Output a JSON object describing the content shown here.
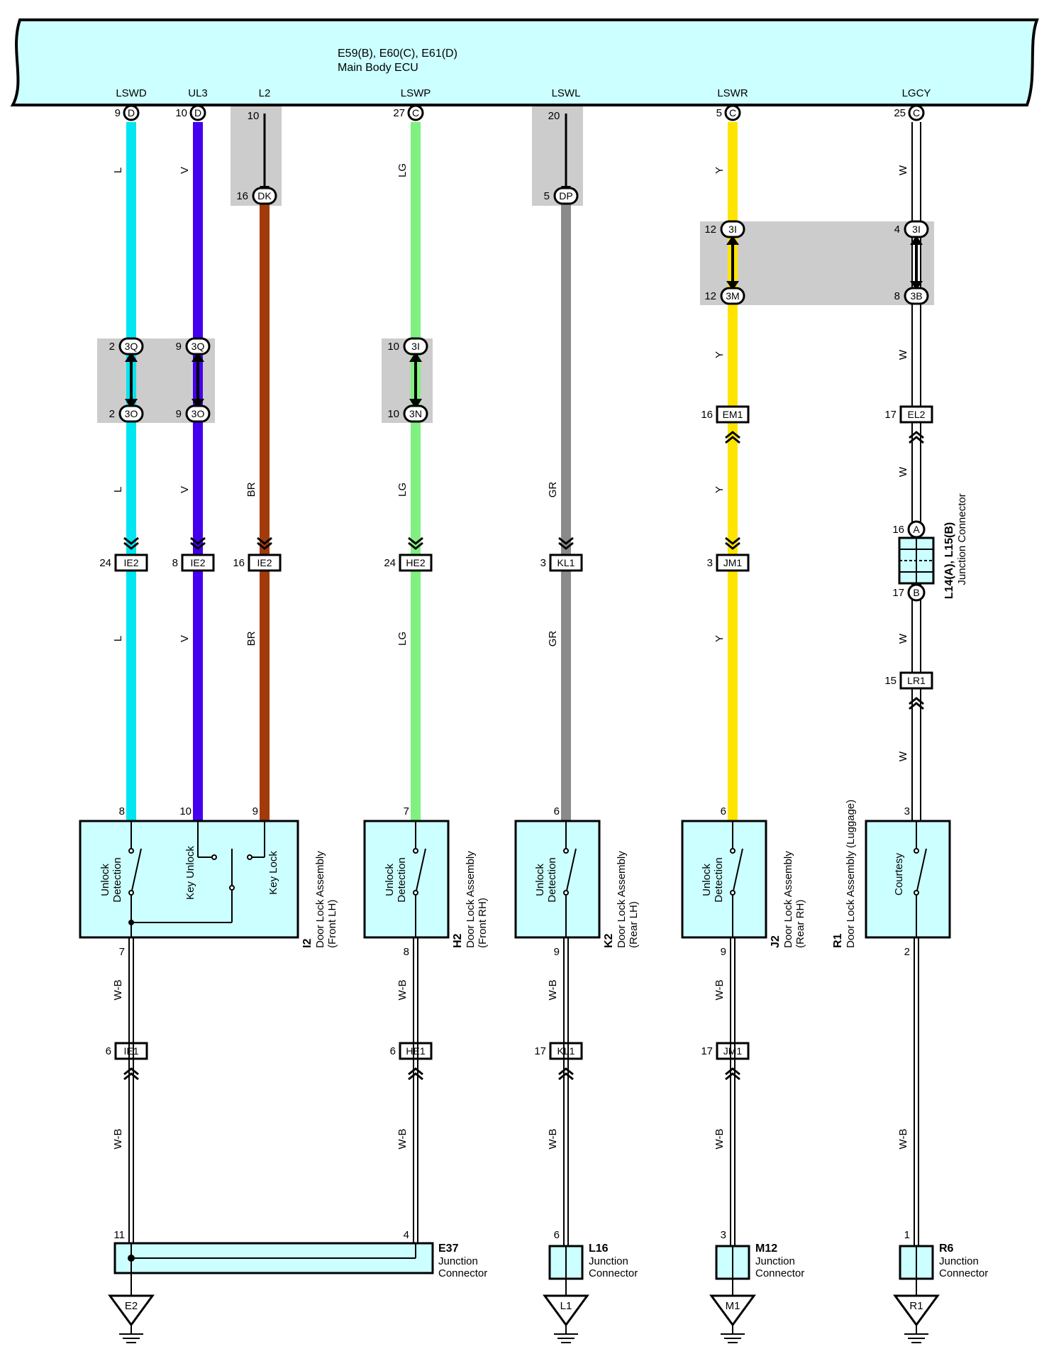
{
  "ecu": {
    "title": "E59(B), E60(C), E61(D)",
    "subtitle": "Main Body ECU",
    "terminals": [
      "LSWD",
      "UL3",
      "L2",
      "LSWP",
      "LSWL",
      "LSWR",
      "LGCY"
    ],
    "fill": "#ccffff"
  },
  "colors": {
    "L": "#00e5f0",
    "V": "#4400ee",
    "BR": "#a23a0a",
    "LG": "#80f080",
    "GR": "#8a8a8a",
    "Y": "#ffe400",
    "W": "#ffffff",
    "W-B": "#ffffff",
    "component_fill": "#ccffff",
    "junction_shade": "#cccccc"
  },
  "pins_top": [
    {
      "n": "9",
      "c": "D"
    },
    {
      "n": "10",
      "c": "D"
    },
    {
      "n": "10",
      "c": ""
    },
    {
      "n": "27",
      "c": "C"
    },
    {
      "n": "20",
      "c": ""
    },
    {
      "n": "5",
      "c": "C"
    },
    {
      "n": "25",
      "c": "C"
    }
  ],
  "junction_pins": {
    "dk": {
      "n": "16",
      "c": "DK"
    },
    "dp": {
      "n": "5",
      "c": "DP"
    },
    "lswr_top": {
      "n": "12",
      "c": "3I"
    },
    "lswr_bot": {
      "n": "12",
      "c": "3M"
    },
    "lgcy_top": {
      "n": "4",
      "c": "3I"
    },
    "lgcy_bot": {
      "n": "8",
      "c": "3B"
    },
    "lswd_top": {
      "n": "2",
      "c": "3Q"
    },
    "lswd_bot": {
      "n": "2",
      "c": "3O"
    },
    "ul3_top": {
      "n": "9",
      "c": "3Q"
    },
    "ul3_bot": {
      "n": "9",
      "c": "3O"
    },
    "lswp_top": {
      "n": "10",
      "c": "3I"
    },
    "lswp_bot": {
      "n": "10",
      "c": "3N"
    }
  },
  "wire_labels": [
    "L",
    "V",
    "BR",
    "LG",
    "GR",
    "Y",
    "W",
    "W-B"
  ],
  "inline_connectors": [
    {
      "n": "16",
      "id": "EM1"
    },
    {
      "n": "17",
      "id": "EL2"
    },
    {
      "n": "24",
      "id": "IE2"
    },
    {
      "n": "8",
      "id": "IE2"
    },
    {
      "n": "16",
      "id": "IE2"
    },
    {
      "n": "24",
      "id": "HE2"
    },
    {
      "n": "3",
      "id": "KL1"
    },
    {
      "n": "3",
      "id": "JM1"
    },
    {
      "n": "15",
      "id": "LR1"
    },
    {
      "n": "6",
      "id": "IE1"
    },
    {
      "n": "6",
      "id": "HE1"
    },
    {
      "n": "17",
      "id": "KL1"
    },
    {
      "n": "17",
      "id": "JM1"
    }
  ],
  "l14": {
    "title": "L14(A), L15(B)",
    "subtitle": "Junction Connector",
    "pin_a": {
      "n": "16",
      "c": "A"
    },
    "pin_b": {
      "n": "17",
      "c": "B"
    }
  },
  "assemblies": [
    {
      "code": "I2",
      "name": "Door Lock Assembly",
      "pos": "(Front LH)",
      "pins_top": [
        "8",
        "10",
        "9"
      ],
      "pin_bottom": "7",
      "switches": [
        "Unlock",
        "Detection",
        "Key Unlock",
        "Key Lock"
      ]
    },
    {
      "code": "H2",
      "name": "Door Lock Assembly",
      "pos": "(Front RH)",
      "pins_top": [
        "7"
      ],
      "pin_bottom": "8",
      "switches": [
        "Unlock",
        "Detection"
      ]
    },
    {
      "code": "K2",
      "name": "Door Lock Assembly",
      "pos": "(Rear LH)",
      "pins_top": [
        "6"
      ],
      "pin_bottom": "9",
      "switches": [
        "Unlock",
        "Detection"
      ]
    },
    {
      "code": "J2",
      "name": "Door Lock Assembly",
      "pos": "(Rear RH)",
      "pins_top": [
        "6"
      ],
      "pin_bottom": "9",
      "switches": [
        "Unlock",
        "Detection"
      ]
    },
    {
      "code": "R1",
      "name": "Door Lock Assembly (Luggage)",
      "pos": "",
      "pins_top": [
        "3"
      ],
      "pin_bottom": "2",
      "switches": [
        "Courtesy"
      ]
    }
  ],
  "junction_connectors": [
    {
      "code": "E37",
      "label1": "Junction",
      "label2": "Connector",
      "pins": [
        "11",
        "4"
      ]
    },
    {
      "code": "L16",
      "label1": "Junction",
      "label2": "Connector",
      "pins": [
        "6"
      ]
    },
    {
      "code": "M12",
      "label1": "Junction",
      "label2": "Connector",
      "pins": [
        "3"
      ]
    },
    {
      "code": "R6",
      "label1": "Junction",
      "label2": "Connector",
      "pins": [
        "1"
      ]
    }
  ],
  "grounds": [
    "E2",
    "L1",
    "M1",
    "R1"
  ]
}
